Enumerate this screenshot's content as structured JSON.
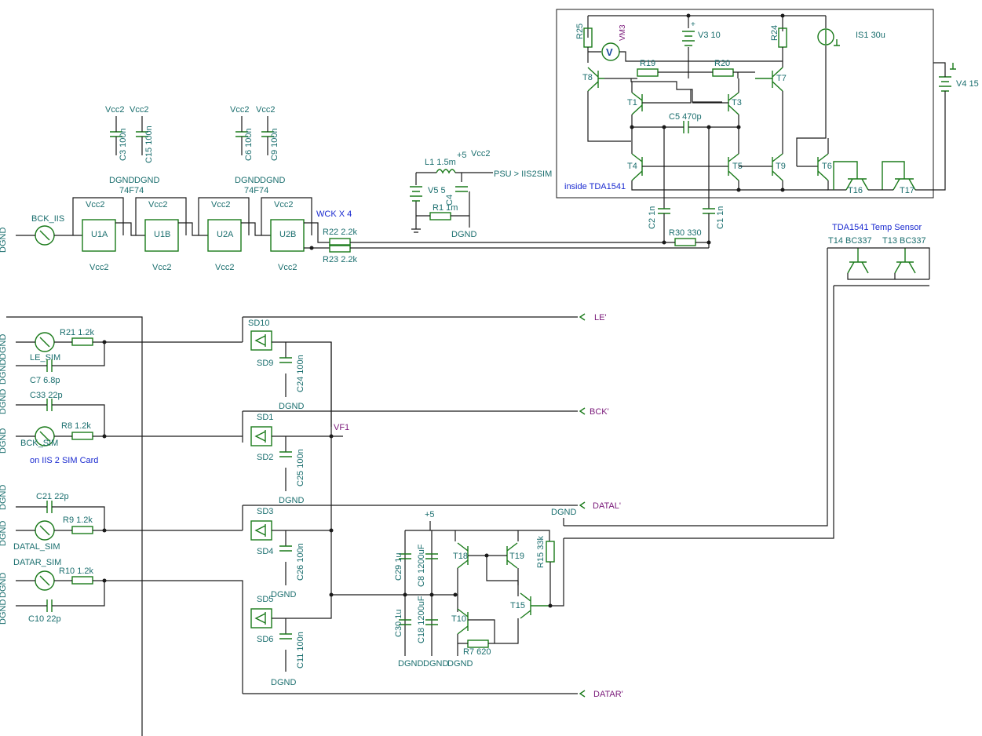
{
  "headings": {
    "wck": "WCK X 4",
    "inside_tda": "inside TDA1541",
    "temp_sensor": "TDA1541 Temp Sensor",
    "sim_card": "on IIS 2 SIM Card",
    "chip_type": "74F74",
    "psu_label": "PSU > IIS2SIM"
  },
  "nets": {
    "vcc2": "Vcc2",
    "dgnd": "DGND",
    "plus5": "+5",
    "le": "LE'",
    "bck": "BCK'",
    "datal": "DATAL'",
    "datar": "DATAR'",
    "vf1": "VF1",
    "vm3": "VM3"
  },
  "chips": [
    {
      "name": "U1A"
    },
    {
      "name": "U1B"
    },
    {
      "name": "U2A"
    },
    {
      "name": "U2B"
    }
  ],
  "sources": {
    "bck_iis": "BCK_IIS",
    "le_sim": "LE_SIM",
    "bck_sim": "BCK_SIM",
    "datal_sim": "DATAL_SIM",
    "datar_sim": "DATAR_SIM",
    "v3": "V3 10",
    "v4": "V4 15",
    "v5": "V5 5",
    "is1": "IS1 30u"
  },
  "components": {
    "c3": "C3 100n",
    "c15": "C15 100n",
    "c6": "C6 100n",
    "c9": "C9 100n",
    "l1": "L1 1.5m",
    "r1": "R1 1m",
    "c4": "C4",
    "r22": "R22 2.2k",
    "r23": "R23 2.2k",
    "r30": "R30 330",
    "c2": "C2 1n",
    "c1": "C1 1n",
    "c5": "C5 470p",
    "r25": "R25",
    "r24": "R24",
    "r19": "R19",
    "r20": "R20",
    "t1": "T1",
    "t3": "T3",
    "t4": "T4",
    "t5": "T5",
    "t6": "T6",
    "t7": "T7",
    "t8": "T8",
    "t9": "T9",
    "t16": "T16",
    "t17": "T17",
    "t14": "T14 BC337",
    "t13": "T13 BC337",
    "r21": "R21 1.2k",
    "c7": "C7 6.8p",
    "c33": "C33 22p",
    "r8": "R8 1.2k",
    "c21": "C21 22p",
    "r9": "R9 1.2k",
    "r10": "R10 1.2k",
    "c10": "C10 22p",
    "sd10": "SD10",
    "sd9": "SD9",
    "sd1": "SD1",
    "sd2": "SD2",
    "sd3": "SD3",
    "sd4": "SD4",
    "sd5": "SD5",
    "sd6": "SD6",
    "c24": "C24 100n",
    "c25": "C25 100n",
    "c26": "C26 100n",
    "c11": "C11 100n",
    "c29": "C29 1u",
    "c8": "C8 1200uF",
    "c30": "C30 1u",
    "c18": "C18 1200uF",
    "t18": "T18",
    "t19": "T19",
    "t15": "T15",
    "t10": "T10",
    "r15": "R15 33k",
    "r7": "R7 620"
  },
  "colors": {
    "wire": "#1a1a1a",
    "component": "#1a7a1a",
    "label": "#1a6e6e",
    "note": "#1a2ad0",
    "netlabel": "#7a1a7a",
    "pin": "#b03030"
  }
}
